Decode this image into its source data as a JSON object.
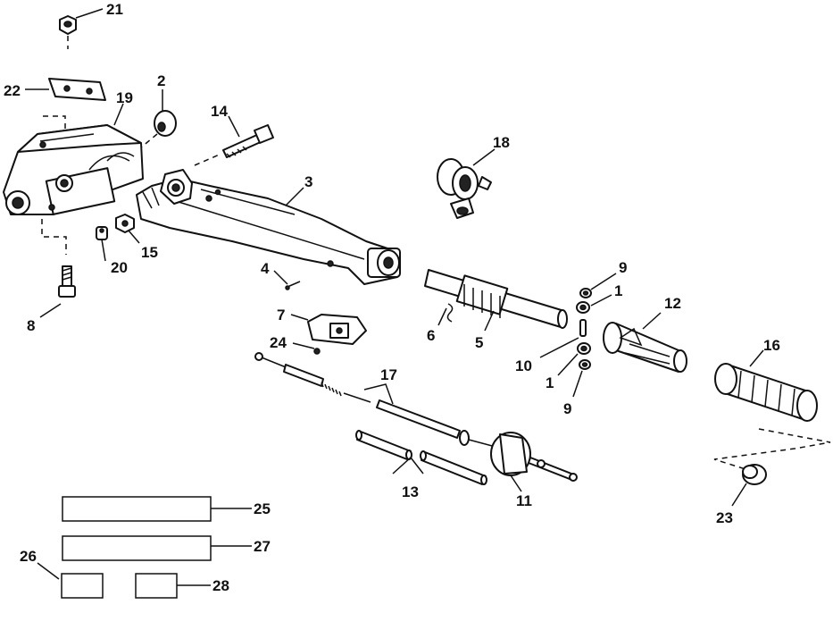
{
  "labels": {
    "p1a": "1",
    "p1b": "1",
    "p2": "2",
    "p3": "3",
    "p4": "4",
    "p5": "5",
    "p6": "6",
    "p7": "7",
    "p8": "8",
    "p9a": "9",
    "p9b": "9",
    "p10": "10",
    "p11": "11",
    "p12": "12",
    "p13": "13",
    "p14": "14",
    "p15": "15",
    "p16": "16",
    "p17": "17",
    "p18": "18",
    "p19": "19",
    "p20": "20",
    "p21": "21",
    "p22": "22",
    "p23": "23",
    "p24": "24",
    "p25": "25",
    "p26": "26",
    "p27": "27",
    "p28": "28"
  }
}
